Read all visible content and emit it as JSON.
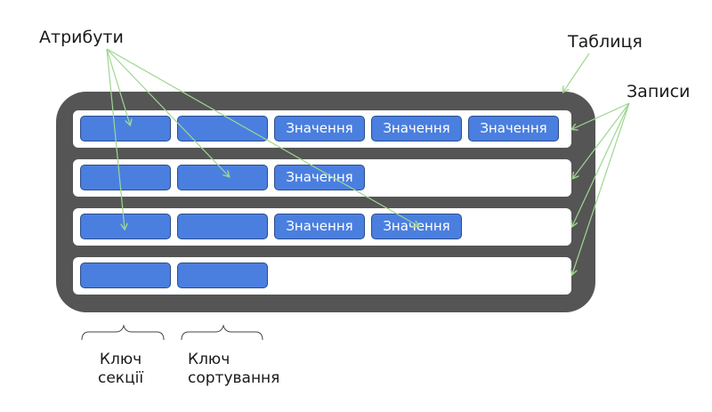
{
  "labels": {
    "attributes": "Атрибути",
    "table": "Таблиця",
    "records": "Записи",
    "partition_key_line1": "Ключ",
    "partition_key_line2": "секції",
    "sort_key_line1": "Ключ",
    "sort_key_line2": "сортування"
  },
  "rows": [
    {
      "values": [
        "Значення",
        "Значення",
        "Значення"
      ]
    },
    {
      "values": [
        "Значення"
      ]
    },
    {
      "values": [
        "Значення",
        "Значення"
      ]
    },
    {
      "values": []
    }
  ],
  "colors": {
    "frame": "#555555",
    "cell_fill": "#4a7fe0",
    "cell_border": "#2c4d8a",
    "arrow": "#9ed78f"
  }
}
